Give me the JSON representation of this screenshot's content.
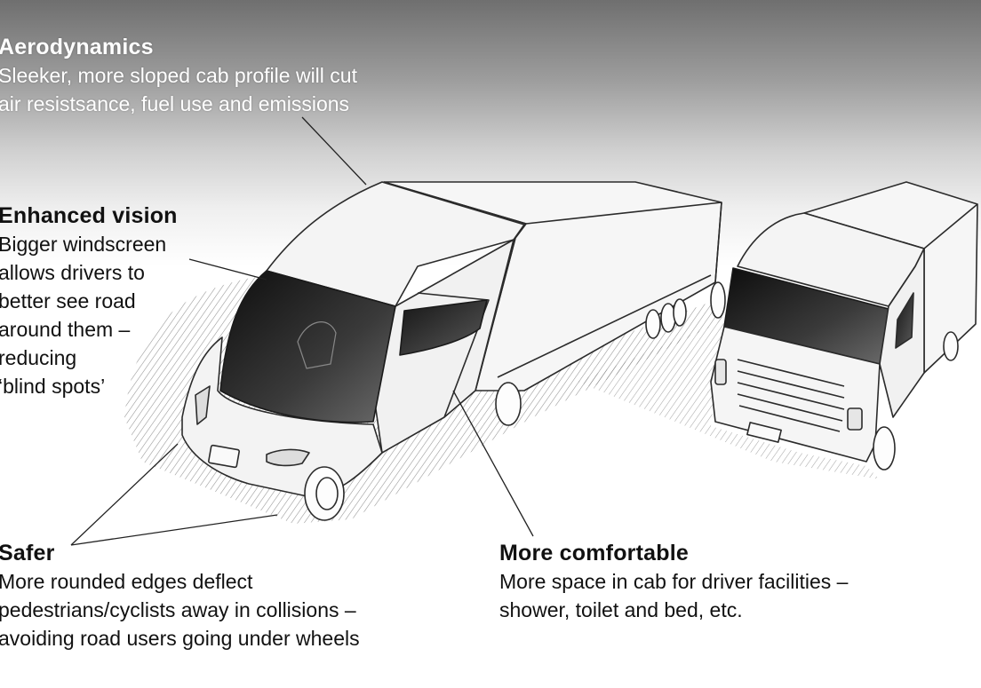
{
  "callouts": {
    "aerodynamics": {
      "title": "Aerodynamics",
      "lines": [
        "Sleeker, more sloped cab profile will cut",
        "air resistsance, fuel use and emissions"
      ]
    },
    "vision": {
      "title": "Enhanced vision",
      "lines": [
        "Bigger windscreen",
        "allows drivers to",
        "better see road",
        "around them –",
        "reducing",
        "‘blind spots’"
      ]
    },
    "safer": {
      "title": "Safer",
      "lines": [
        "More rounded edges deflect",
        "pedestrians/cyclists away in collisions –",
        "avoiding road users going under wheels"
      ]
    },
    "comfort": {
      "title": "More comfortable",
      "lines": [
        "More space in cab for driver facilities –",
        "shower, toilet and bed, etc."
      ]
    }
  },
  "colors": {
    "ink": "#2b2b2b",
    "glass": "#1e1e1e",
    "label_light": "#ffffff",
    "label_dark": "#111111"
  }
}
